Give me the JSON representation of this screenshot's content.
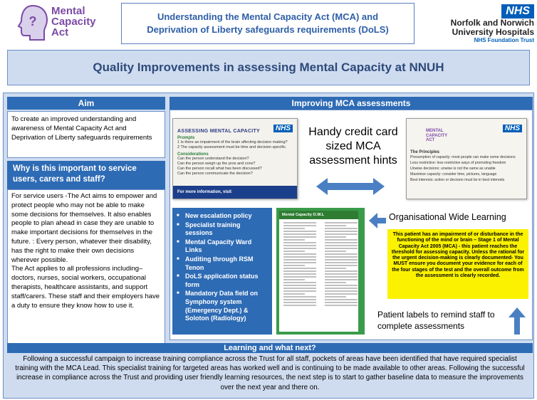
{
  "header": {
    "mca_logo_words": [
      "Mental",
      "Capacity",
      "Act"
    ],
    "title_line1": "Understanding the Mental Capacity Act (MCA) and",
    "title_line2": "Deprivation of Liberty safeguards requirements (DoLS)",
    "nhs_badge": "NHS",
    "nhs_line1": "Norfolk and Norwich",
    "nhs_line2": "University Hospitals",
    "nhs_line3": "NHS Foundation Trust"
  },
  "main_title": "Quality Improvements in assessing Mental Capacity at NNUH",
  "aim": {
    "heading": "Aim",
    "text": "To create an improved understanding and awareness of Mental Capacity Act and Deprivation of Liberty safeguards requirements"
  },
  "why": {
    "heading": "Why is this important to service users, carers and staff?",
    "para1": "For service users -The Act aims to empower and protect people who may not be able to make some decisions for themselves. It also enables people to plan ahead in case they are unable to make important decisions for themselves in the future. : Every person, whatever their disability, has the right to make their own decisions wherever possible.",
    "para2": "The Act applies to all professions including– doctors, nurses, social workers, occupational therapists, healthcare assistants, and support staff/carers. These staff and their employers have a duty to ensure they know how to use it."
  },
  "improving": {
    "heading": "Improving MCA assessments",
    "handy_text": "Handy credit card sized MCA assessment hints",
    "card1": {
      "title": "ASSESSING MENTAL CAPACITY",
      "nhs": "NHS",
      "prompts_heading": "Prompts",
      "prompts": [
        "1 Is there an impairment of the brain affecting decision making?",
        "2 The capacity assessment must be time and decision specific."
      ],
      "considerations_heading": "Considerations",
      "considerations": [
        "Can the person understand the decision?",
        "Can the person weigh up the pros and cons?",
        "Can the person recall what has been discussed?",
        "Can the person communicate the decision?"
      ],
      "footer": "For more information, visit"
    },
    "card2": {
      "logo_words": [
        "MENTAL",
        "CAPACITY",
        "ACT"
      ],
      "nhs": "NHS",
      "principles_heading": "The Principles",
      "principles": [
        "Presumption of capacity: most people can make some decisions",
        "Less restrictive: less restrictive ways of promoting freedom",
        "Unwise decisions: unwise is not the same as unable",
        "Maximise capacity: consider time, pictures, language",
        "Best interests: action or decision must be in best interests"
      ]
    },
    "list_items": [
      "New escalation policy",
      "Specialist training sessions",
      "Mental Capacity Ward Links",
      "Auditing through  RSM Tenon",
      "DoLS application status form",
      "Mandatory Data field on Symphony system (Emergency Dept.) & Soloton (Radiology)"
    ],
    "owl_title": "Mental Capacity O.W.L",
    "owl_label": "Organisational Wide Learning",
    "yellow_text": "This patient has an impairment of or disturbance in the functioning of the mind or brain – Stage 1 of Mental Capacity Act 2005 (MCA) - this patient reaches the threshold for assessing capacity. Unless the rational for the urgent decision-making is clearly documented- You MUST ensure you document your evidence for each of the four stages of the test and the overall outcome from the assessment is clearly recorded.",
    "labels_text": "Patient labels to remind staff to complete assessments"
  },
  "learning": {
    "heading": "Learning and what next?",
    "text": "Following a successful campaign to increase training compliance across the Trust for all staff, pockets of areas have been identified that have required specialist training with the MCA Lead.  This specialist training for targeted areas has worked well and is continuing to be made available to other areas.  Following the successful increase in compliance across the Trust and providing user friendly learning resources, the next step is to start to gather baseline data to measure the improvements over the next year and there on."
  },
  "colors": {
    "accent_blue": "#2e6bb5",
    "light_blue": "#cfdcf0",
    "nhs_blue": "#005eb8",
    "mca_purple": "#7b4aa6",
    "highlight_yellow": "#fbf200",
    "owl_green": "#3a9b4a"
  },
  "icons": [
    "head-profile-icon",
    "double-arrow-icon",
    "up-arrow-icon"
  ]
}
